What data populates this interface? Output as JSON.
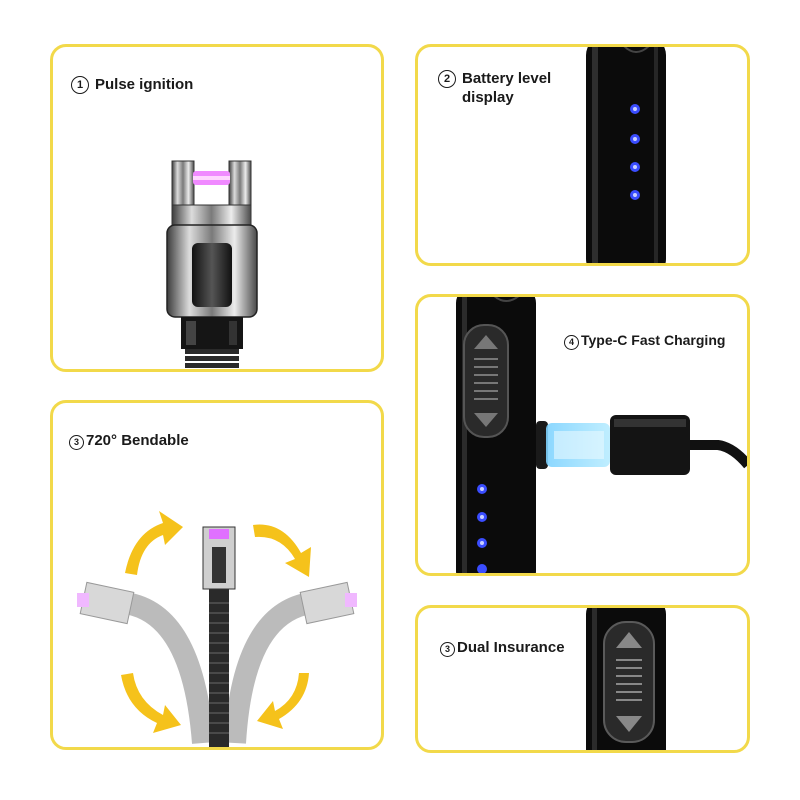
{
  "panels": {
    "pulse": {
      "number": "1",
      "label": "Pulse ignition"
    },
    "battery": {
      "number": "2",
      "label": "Battery level\ndisplay"
    },
    "typec": {
      "number": "4",
      "label": "Type-C Fast Charging"
    },
    "bend": {
      "number": "3",
      "label": "720° Bendable"
    },
    "dual": {
      "number": "3",
      "label": "Dual Insurance"
    }
  },
  "colors": {
    "panel_border": "#f2d94a",
    "arrow": "#f5c21b",
    "led": "#3a4dff",
    "arc": "#e070ff",
    "body": "#0d0d0d"
  }
}
